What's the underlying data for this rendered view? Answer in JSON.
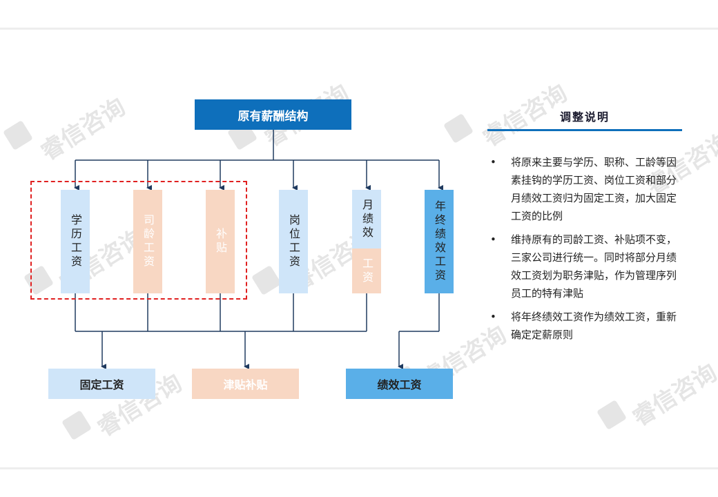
{
  "watermark": {
    "text": "睿信咨询"
  },
  "diagram": {
    "top": {
      "label": "原有薪酬结构"
    },
    "columns": [
      {
        "label": "学历工资",
        "color": "#cfe5f9"
      },
      {
        "label": "司龄工资",
        "color": "#f8d7c3"
      },
      {
        "label": "补贴",
        "color": "#f8d7c3"
      },
      {
        "label": "岗位工资",
        "color": "#cfe5f9"
      },
      {
        "upper": "月绩效",
        "lower": "工资",
        "upper_color": "#cfe5f9",
        "lower_color": "#f8d7c3"
      },
      {
        "label": "年终绩效工资",
        "color": "#5aafe8"
      }
    ],
    "bottom": [
      {
        "label": "固定工资",
        "color": "#cfe5f9"
      },
      {
        "label": "津贴补贴",
        "color": "#f8d7c3"
      },
      {
        "label": "绩效工资",
        "color": "#5aafe8"
      }
    ],
    "colors": {
      "primary": "#0e6fbb",
      "connector": "#1f3a5f",
      "highlight": "#e02020"
    }
  },
  "notes": {
    "title": "调整说明",
    "bullet": "•",
    "items": [
      "将原来主要与学历、职称、工龄等因素挂钩的学历工资、岗位工资和部分月绩效工资归为固定工资，加大固定工资的比例",
      "维持原有的司龄工资、补贴项不变，三家公司进行统一。同时将部分月绩效工资划为职务津贴，作为管理序列员工的特有津贴",
      "将年终绩效工资作为绩效工资，重新确定定薪原则"
    ]
  }
}
